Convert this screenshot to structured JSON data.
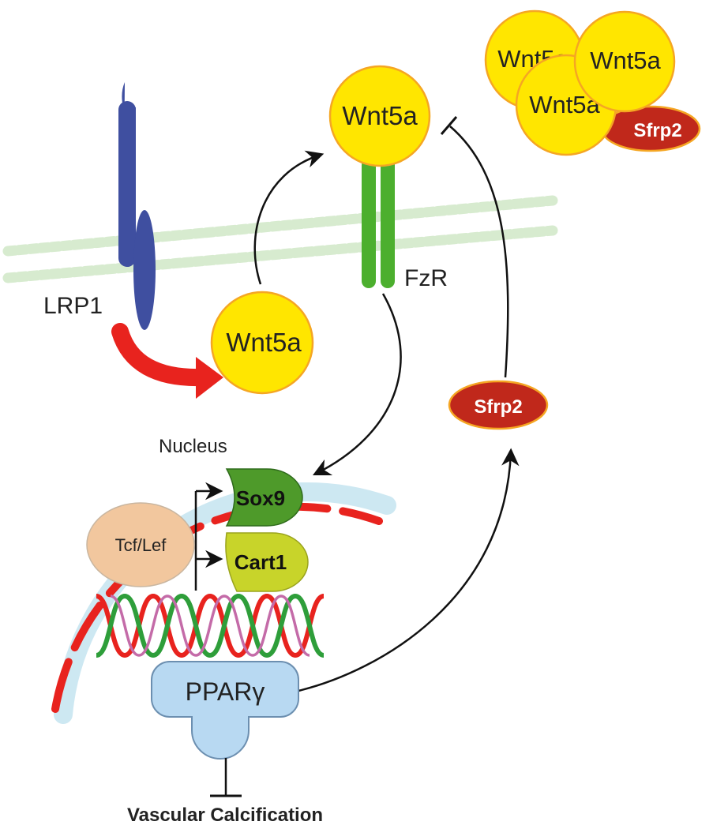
{
  "labels": {
    "lrp1": "LRP1",
    "fzr": "FzR",
    "nucleus": "Nucleus",
    "tcf_lef": "Tcf/Lef",
    "sox9": "Sox9",
    "cart1": "Cart1",
    "ppar": "PPARγ",
    "outcome": "Vascular Calcification",
    "wnt5a_cytoplasm": "Wnt5a",
    "wnt5a_receptor": "Wnt5a",
    "wnt5a_cluster_1": "Wnt5a",
    "wnt5a_cluster_2": "Wnt5a",
    "wnt5a_cluster_3": "Wnt5a",
    "sfrp2_cluster": "Sfrp2",
    "sfrp2_free": "Sfrp2"
  },
  "colors": {
    "wnt_fill": "#FFE600",
    "wnt_stroke": "#F5A623",
    "sfrp_fill": "#C0281B",
    "sfrp_stroke": "#F5A623",
    "lrp1": "#3F4FA0",
    "fzr": "#4CAF2E",
    "membrane": "#D7EBCF",
    "nucleus_dash": "#E8231E",
    "nucleus_halo": "#CDE8F2",
    "big_arrow": "#E8231E",
    "tcf_fill": "#F2C79E",
    "sox9_fill": "#4E9A2A",
    "cart1_fill": "#C8D42A",
    "ppar_fill": "#B8D9F2",
    "dna_red": "#E8231E",
    "dna_green": "#2E9E3A",
    "dna_pink": "#C46BA8"
  }
}
